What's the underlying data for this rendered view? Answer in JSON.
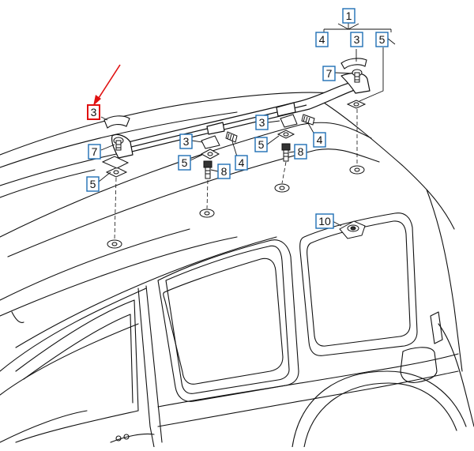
{
  "callouts": {
    "c1": "1",
    "c3_top": "3",
    "c4_top": "4",
    "c5_top": "5",
    "c7_right": "7",
    "c3_highlight": "3",
    "c7_left": "7",
    "c5_left": "5",
    "c3_mid": "3",
    "c5_mid": "5",
    "c8_mid": "8",
    "c4_mid": "4",
    "c3_right": "3",
    "c5_right": "5",
    "c8_right": "8",
    "c4_right": "4",
    "c10": "10"
  },
  "colors": {
    "callout_box": "#1f6fb5",
    "highlight_box": "#e01010",
    "arrow": "#e01010",
    "line": "#111111"
  }
}
